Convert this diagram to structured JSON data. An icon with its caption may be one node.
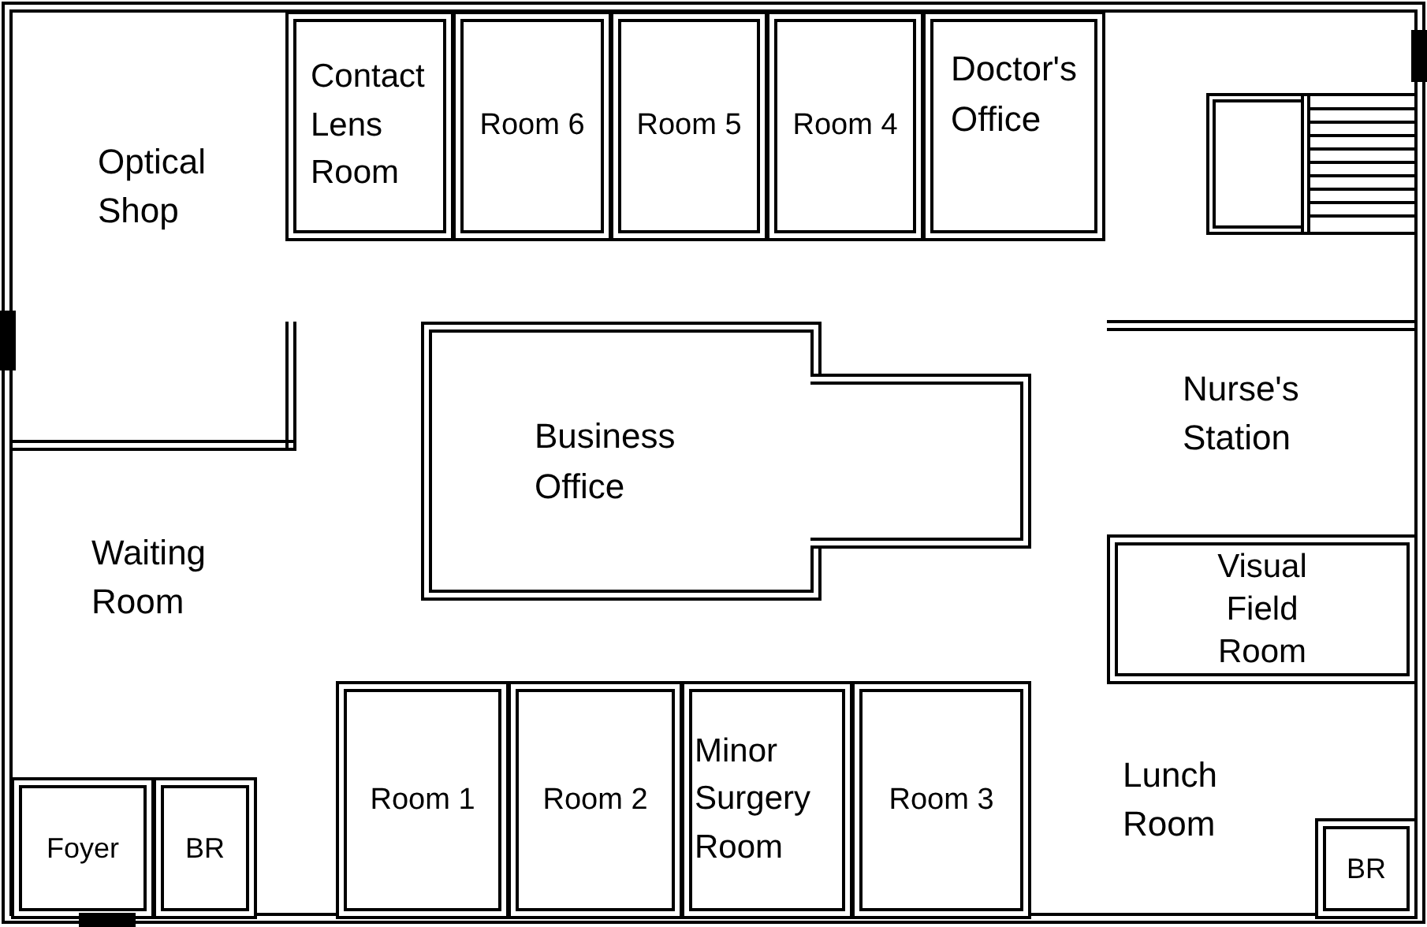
{
  "diagram": {
    "nodes": [
      {
        "text": [
          "Contact Lens Room"
        ]
      },
      {
        "text": [
          "Room 6"
        ]
      },
      {
        "text": [
          "Room 5"
        ]
      },
      {
        "text": [
          "Room 4"
        ]
      },
      {
        "text": [
          "Doctor's Office"
        ]
      },
      {
        "text": [
          "Business Office"
        ]
      },
      {
        "text": [],
        "shape": "box"
      },
      {
        "text": [
          "Visual Field Room"
        ]
      },
      {
        "text": [
          "Room 1"
        ]
      },
      {
        "text": [
          "Room 2"
        ]
      },
      {
        "text": [
          "Minor Surgery Room"
        ]
      },
      {
        "text": [
          "Room 3"
        ]
      },
      {
        "text": [
          "Foyer"
        ]
      },
      {
        "text": [
          "BR"
        ]
      },
      {
        "text": [
          "BR"
        ]
      }
    ],
    "labels": [
      "Optical Shop",
      "Nurse's Station",
      "Waiting Room",
      "Lunch Room"
    ]
  }
}
